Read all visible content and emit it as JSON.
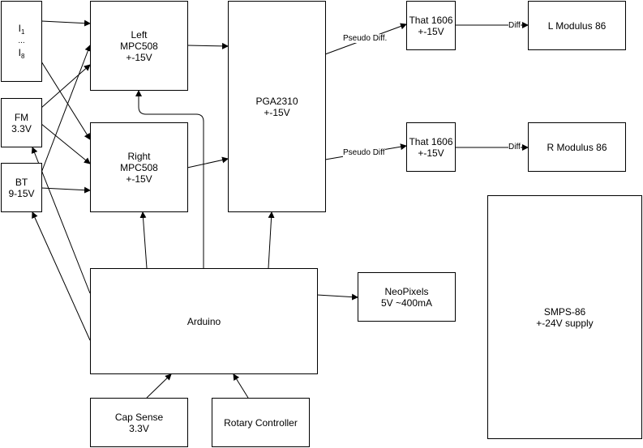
{
  "inputs": {
    "top": "I",
    "top_sub": "1",
    "middle": "...",
    "bottom": "I",
    "bottom_sub": "8"
  },
  "fm": {
    "line1": "FM",
    "line2": "3.3V"
  },
  "bt": {
    "line1": "BT",
    "line2": "9-15V"
  },
  "left_mpc": {
    "line1": "Left",
    "line2": "MPC508",
    "line3": "+-15V"
  },
  "right_mpc": {
    "line1": "Right",
    "line2": "MPC508",
    "line3": "+-15V"
  },
  "pga": {
    "line1": "PGA2310",
    "line2": "+-15V"
  },
  "that_top": {
    "line1": "That 1606",
    "line2": "+-15V"
  },
  "that_bottom": {
    "line1": "That 1606",
    "line2": "+-15V"
  },
  "l_mod": {
    "line1": "L Modulus 86"
  },
  "r_mod": {
    "line1": "R Modulus 86"
  },
  "smps": {
    "line1": "SMPS-86",
    "line2": "+-24V supply"
  },
  "arduino": {
    "line1": "Arduino"
  },
  "neopixels": {
    "line1": "NeoPixels",
    "line2": "5V ~400mA"
  },
  "cap_sense": {
    "line1": "Cap Sense",
    "line2": "3.3V"
  },
  "rotary": {
    "line1": "Rotary Controller"
  },
  "edges": {
    "pseudo_top": "Pseudo Diff.",
    "pseudo_bottom": "Pseudo Diff",
    "diff_top": "Diff",
    "diff_bottom": "Diff"
  }
}
